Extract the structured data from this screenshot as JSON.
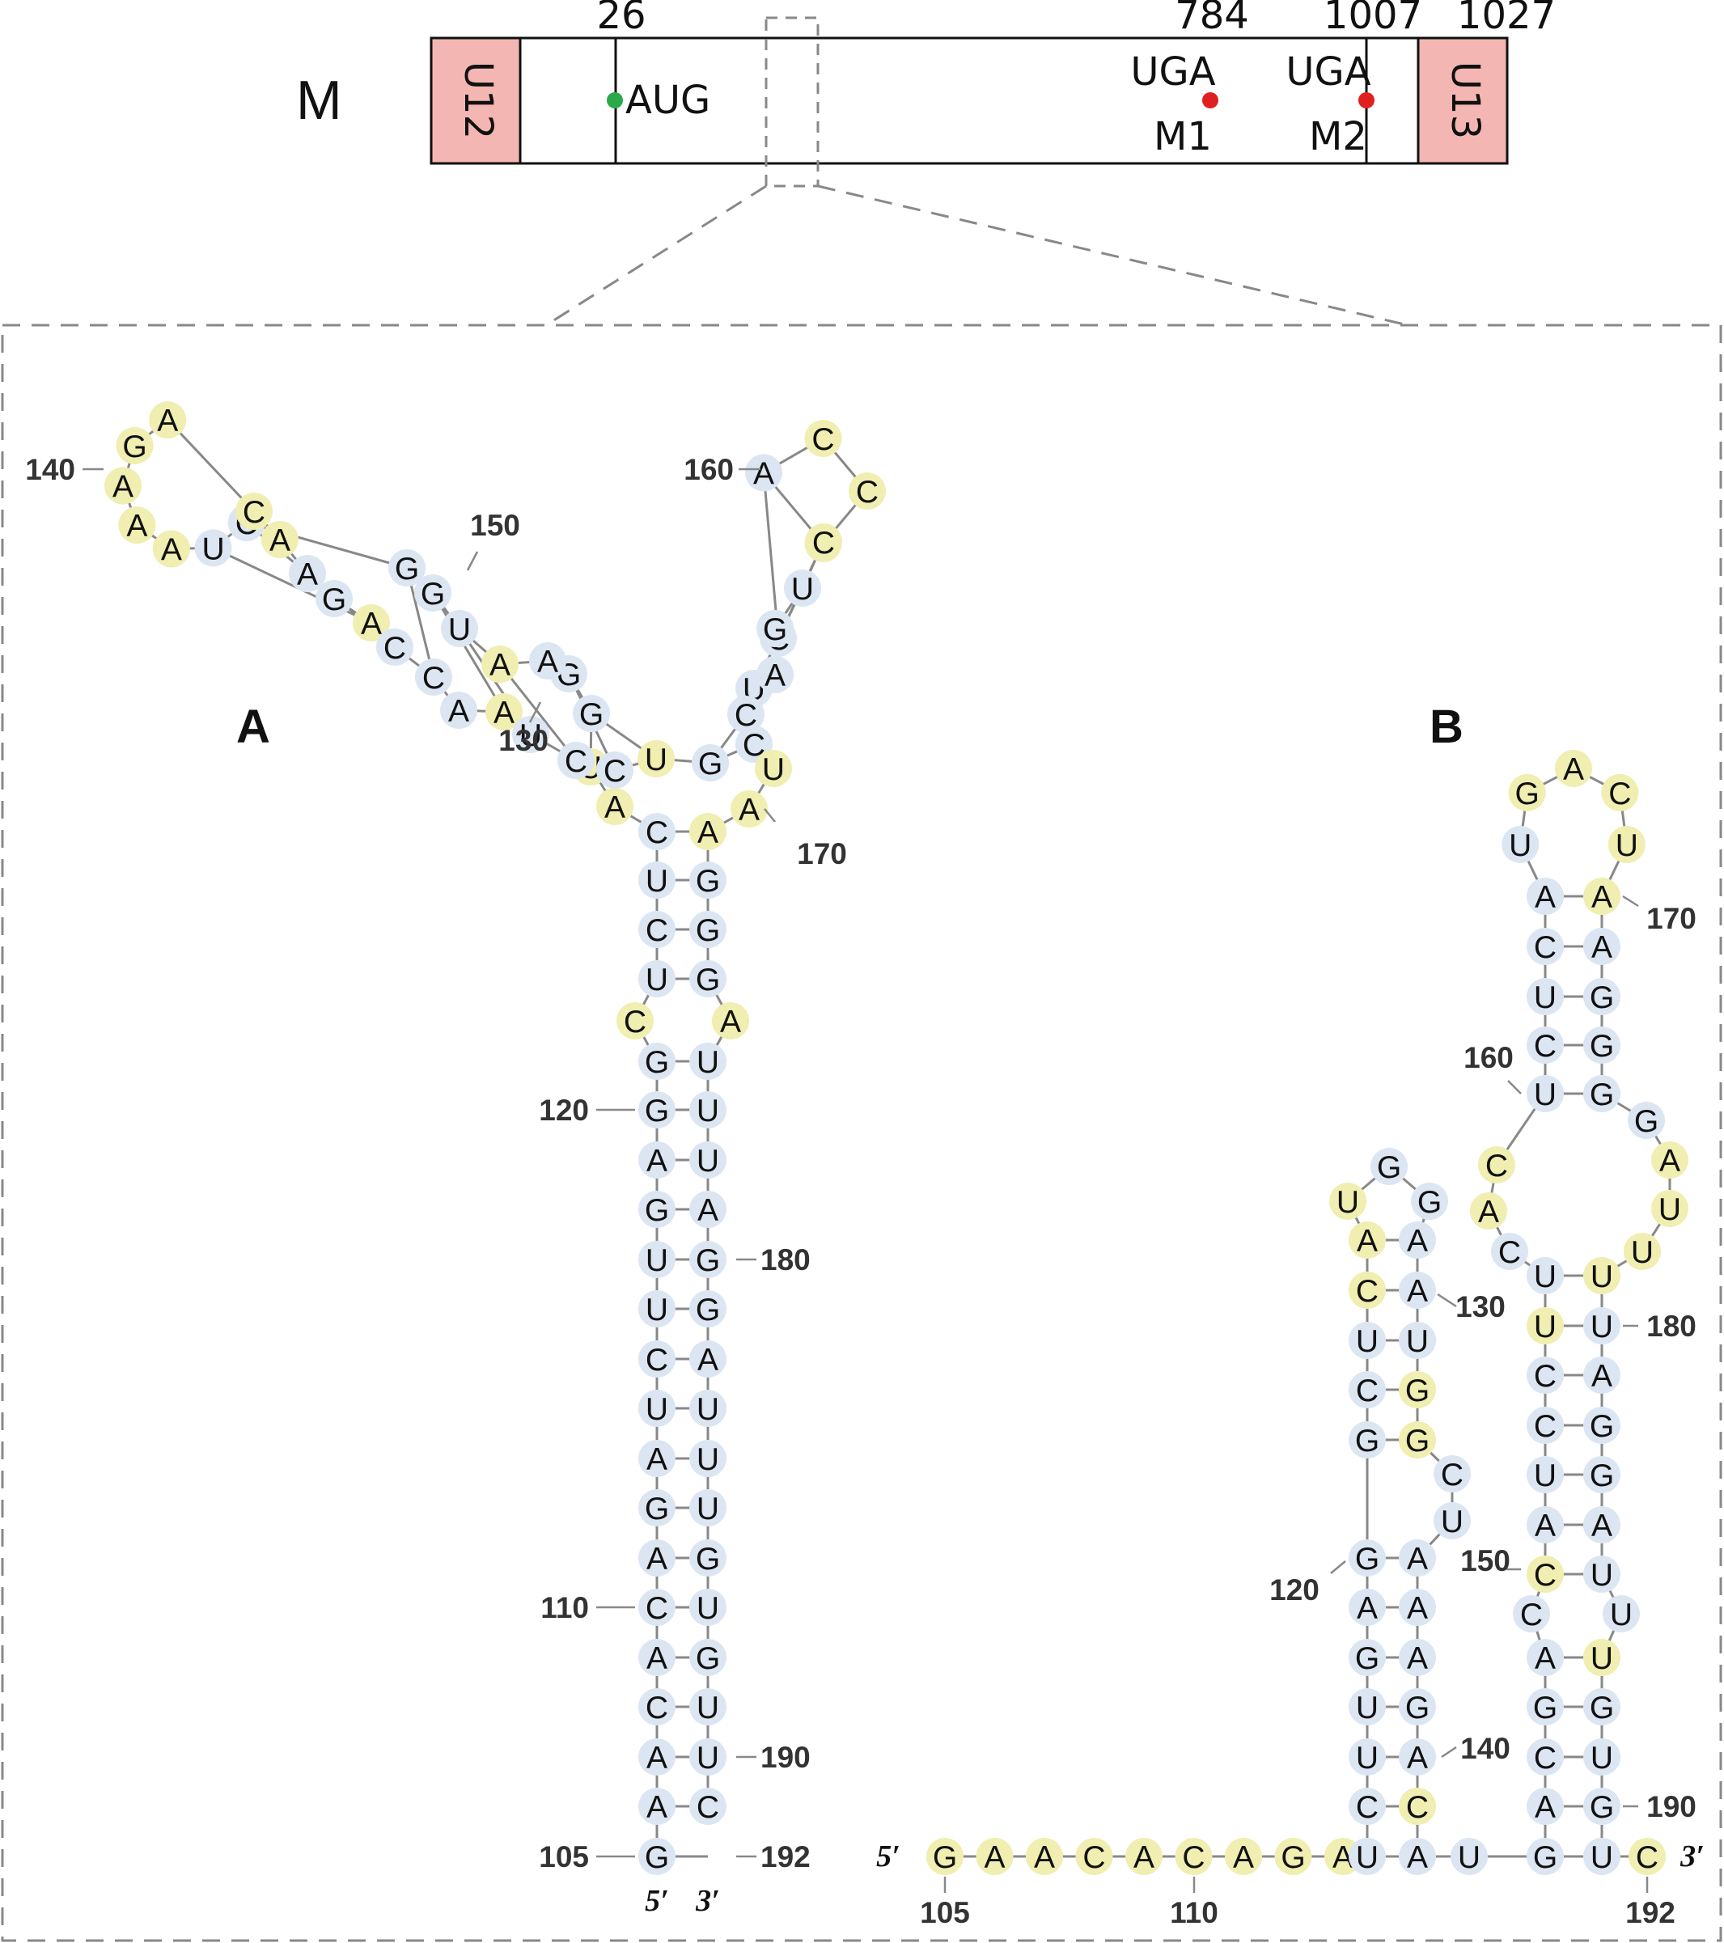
{
  "colors": {
    "paired": "#dce6f2",
    "unpaired": "#f0eeb1",
    "utr": "#f4b6b2",
    "start_codon": "#2aa84a",
    "stop_codon": "#e02020",
    "line": "#888888",
    "dash": "#888888"
  },
  "gene": {
    "name": "M",
    "left_utr": "U12",
    "right_utr": "U13",
    "positions": [
      "26",
      "784",
      "1007",
      "1027"
    ],
    "start_label": "AUG",
    "stop1_label": "UGA",
    "stop1_name": "M1",
    "stop2_label": "UGA",
    "stop2_name": "M2"
  },
  "structure_a": {
    "label": "A",
    "five_prime": "5′",
    "three_prime": "3′",
    "nucleotides": [
      {
        "b": "G",
        "u": 0
      },
      {
        "b": "A",
        "u": 0
      },
      {
        "b": "A",
        "u": 0
      },
      {
        "b": "C",
        "u": 0
      },
      {
        "b": "A",
        "u": 0
      },
      {
        "b": "C",
        "u": 0
      },
      {
        "b": "A",
        "u": 0
      },
      {
        "b": "G",
        "u": 0
      },
      {
        "b": "A",
        "u": 0
      },
      {
        "b": "U",
        "u": 0
      },
      {
        "b": "C",
        "u": 0
      },
      {
        "b": "U",
        "u": 0
      },
      {
        "b": "U",
        "u": 0
      },
      {
        "b": "G",
        "u": 0
      },
      {
        "b": "A",
        "u": 0
      },
      {
        "b": "G",
        "u": 0
      },
      {
        "b": "G",
        "u": 0
      },
      {
        "b": "C",
        "u": 1
      },
      {
        "b": "U",
        "u": 0
      },
      {
        "b": "C",
        "u": 0
      },
      {
        "b": "U",
        "u": 0
      },
      {
        "b": "C",
        "u": 0
      },
      {
        "b": "A",
        "u": 1
      },
      {
        "b": "U",
        "u": 1
      },
      {
        "b": "G",
        "u": 0
      },
      {
        "b": "G",
        "u": 0
      },
      {
        "b": "A",
        "u": 0
      },
      {
        "b": "A",
        "u": 1
      },
      {
        "b": "U",
        "u": 0
      },
      {
        "b": "G",
        "u": 0
      },
      {
        "b": "G",
        "u": 0
      },
      {
        "b": "C",
        "u": 0
      },
      {
        "b": "U",
        "u": 0
      },
      {
        "b": "A",
        "u": 1
      },
      {
        "b": "A",
        "u": 1
      },
      {
        "b": "A",
        "u": 1
      },
      {
        "b": "G",
        "u": 1
      },
      {
        "b": "A",
        "u": 1
      },
      {
        "b": "C",
        "u": 1
      },
      {
        "b": "A",
        "u": 1
      },
      {
        "b": "A",
        "u": 0
      },
      {
        "b": "G",
        "u": 0
      },
      {
        "b": "A",
        "u": 1
      },
      {
        "b": "C",
        "u": 0
      },
      {
        "b": "C",
        "u": 0
      },
      {
        "b": "A",
        "u": 0
      },
      {
        "b": "A",
        "u": 1
      },
      {
        "b": "U",
        "u": 0
      },
      {
        "b": "C",
        "u": 0
      },
      {
        "b": "C",
        "u": 0
      },
      {
        "b": "U",
        "u": 1
      },
      {
        "b": "G",
        "u": 0
      },
      {
        "b": "C",
        "u": 0
      },
      {
        "b": "U",
        "u": 0
      },
      {
        "b": "C",
        "u": 0
      },
      {
        "b": "A",
        "u": 0
      },
      {
        "b": "C",
        "u": 1
      },
      {
        "b": "C",
        "u": 1
      },
      {
        "b": "U",
        "u": 1
      },
      {
        "b": "C",
        "u": 1
      },
      {
        "b": "U",
        "u": 0
      },
      {
        "b": "G",
        "u": 0
      },
      {
        "b": "A",
        "u": 0
      },
      {
        "b": "C",
        "u": 0
      },
      {
        "b": "U",
        "u": 1
      },
      {
        "b": "A",
        "u": 1
      },
      {
        "b": "A",
        "u": 1
      },
      {
        "b": "G",
        "u": 0
      },
      {
        "b": "G",
        "u": 0
      },
      {
        "b": "G",
        "u": 0
      },
      {
        "b": "A",
        "u": 1
      },
      {
        "b": "U",
        "u": 0
      },
      {
        "b": "U",
        "u": 0
      },
      {
        "b": "U",
        "u": 0
      },
      {
        "b": "A",
        "u": 0
      },
      {
        "b": "G",
        "u": 0
      },
      {
        "b": "G",
        "u": 0
      },
      {
        "b": "A",
        "u": 0
      },
      {
        "b": "U",
        "u": 0
      },
      {
        "b": "U",
        "u": 0
      },
      {
        "b": "U",
        "u": 0
      },
      {
        "b": "G",
        "u": 0
      },
      {
        "b": "U",
        "u": 0
      },
      {
        "b": "G",
        "u": 0
      },
      {
        "b": "U",
        "u": 0
      },
      {
        "b": "U",
        "u": 0
      },
      {
        "b": "C",
        "u": 0
      }
    ],
    "ticks": [
      "105",
      "110",
      "120",
      "130",
      "140",
      "150",
      "160",
      "170",
      "180",
      "190",
      "192"
    ]
  },
  "structure_b": {
    "label": "B",
    "five_prime": "5′",
    "three_prime": "3′",
    "nucleotides": [
      {
        "b": "G",
        "u": 1
      },
      {
        "b": "A",
        "u": 1
      },
      {
        "b": "A",
        "u": 1
      },
      {
        "b": "C",
        "u": 1
      },
      {
        "b": "A",
        "u": 1
      },
      {
        "b": "C",
        "u": 1
      },
      {
        "b": "A",
        "u": 1
      },
      {
        "b": "G",
        "u": 1
      },
      {
        "b": "A",
        "u": 1
      },
      {
        "b": "U",
        "u": 0
      },
      {
        "b": "C",
        "u": 0
      },
      {
        "b": "U",
        "u": 0
      },
      {
        "b": "U",
        "u": 0
      },
      {
        "b": "G",
        "u": 0
      },
      {
        "b": "A",
        "u": 0
      },
      {
        "b": "G",
        "u": 0
      },
      {
        "b": "G",
        "u": 0
      },
      {
        "b": "C",
        "u": 0
      },
      {
        "b": "U",
        "u": 0
      },
      {
        "b": "C",
        "u": 1
      },
      {
        "b": "A",
        "u": 1
      },
      {
        "b": "U",
        "u": 1
      },
      {
        "b": "G",
        "u": 0
      },
      {
        "b": "G",
        "u": 0
      },
      {
        "b": "A",
        "u": 0
      },
      {
        "b": "A",
        "u": 0
      },
      {
        "b": "U",
        "u": 0
      },
      {
        "b": "G",
        "u": 1
      },
      {
        "b": "G",
        "u": 1
      },
      {
        "b": "C",
        "u": 0
      },
      {
        "b": "U",
        "u": 0
      },
      {
        "b": "A",
        "u": 0
      },
      {
        "b": "A",
        "u": 0
      },
      {
        "b": "A",
        "u": 0
      },
      {
        "b": "G",
        "u": 0
      },
      {
        "b": "A",
        "u": 0
      },
      {
        "b": "C",
        "u": 1
      },
      {
        "b": "A",
        "u": 0
      },
      {
        "b": "U",
        "u": 0
      },
      {
        "b": "G",
        "u": 0
      },
      {
        "b": "A",
        "u": 0
      },
      {
        "b": "C",
        "u": 0
      },
      {
        "b": "G",
        "u": 0
      },
      {
        "b": "A",
        "u": 0
      },
      {
        "b": "C",
        "u": 0
      },
      {
        "b": "C",
        "u": 1
      },
      {
        "b": "A",
        "u": 0
      },
      {
        "b": "U",
        "u": 0
      },
      {
        "b": "C",
        "u": 0
      },
      {
        "b": "C",
        "u": 0
      },
      {
        "b": "U",
        "u": 1
      },
      {
        "b": "U",
        "u": 0
      },
      {
        "b": "C",
        "u": 0
      },
      {
        "b": "A",
        "u": 1
      },
      {
        "b": "C",
        "u": 1
      },
      {
        "b": "U",
        "u": 0
      },
      {
        "b": "C",
        "u": 0
      },
      {
        "b": "U",
        "u": 0
      },
      {
        "b": "C",
        "u": 0
      },
      {
        "b": "A",
        "u": 0
      },
      {
        "b": "U",
        "u": 0
      },
      {
        "b": "G",
        "u": 1
      },
      {
        "b": "A",
        "u": 1
      },
      {
        "b": "C",
        "u": 1
      },
      {
        "b": "U",
        "u": 1
      },
      {
        "b": "A",
        "u": 1
      },
      {
        "b": "A",
        "u": 0
      },
      {
        "b": "G",
        "u": 0
      },
      {
        "b": "G",
        "u": 0
      },
      {
        "b": "G",
        "u": 0
      },
      {
        "b": "G",
        "u": 0
      },
      {
        "b": "A",
        "u": 1
      },
      {
        "b": "U",
        "u": 1
      },
      {
        "b": "U",
        "u": 1
      },
      {
        "b": "U",
        "u": 1
      },
      {
        "b": "U",
        "u": 0
      },
      {
        "b": "A",
        "u": 0
      },
      {
        "b": "G",
        "u": 0
      },
      {
        "b": "G",
        "u": 0
      },
      {
        "b": "A",
        "u": 0
      },
      {
        "b": "U",
        "u": 0
      },
      {
        "b": "U",
        "u": 0
      },
      {
        "b": "U",
        "u": 1
      },
      {
        "b": "G",
        "u": 0
      },
      {
        "b": "U",
        "u": 0
      },
      {
        "b": "G",
        "u": 0
      },
      {
        "b": "U",
        "u": 0
      },
      {
        "b": "C",
        "u": 1
      }
    ],
    "ticks": [
      "105",
      "110",
      "120",
      "130",
      "140",
      "150",
      "160",
      "170",
      "180",
      "190",
      "192"
    ]
  }
}
